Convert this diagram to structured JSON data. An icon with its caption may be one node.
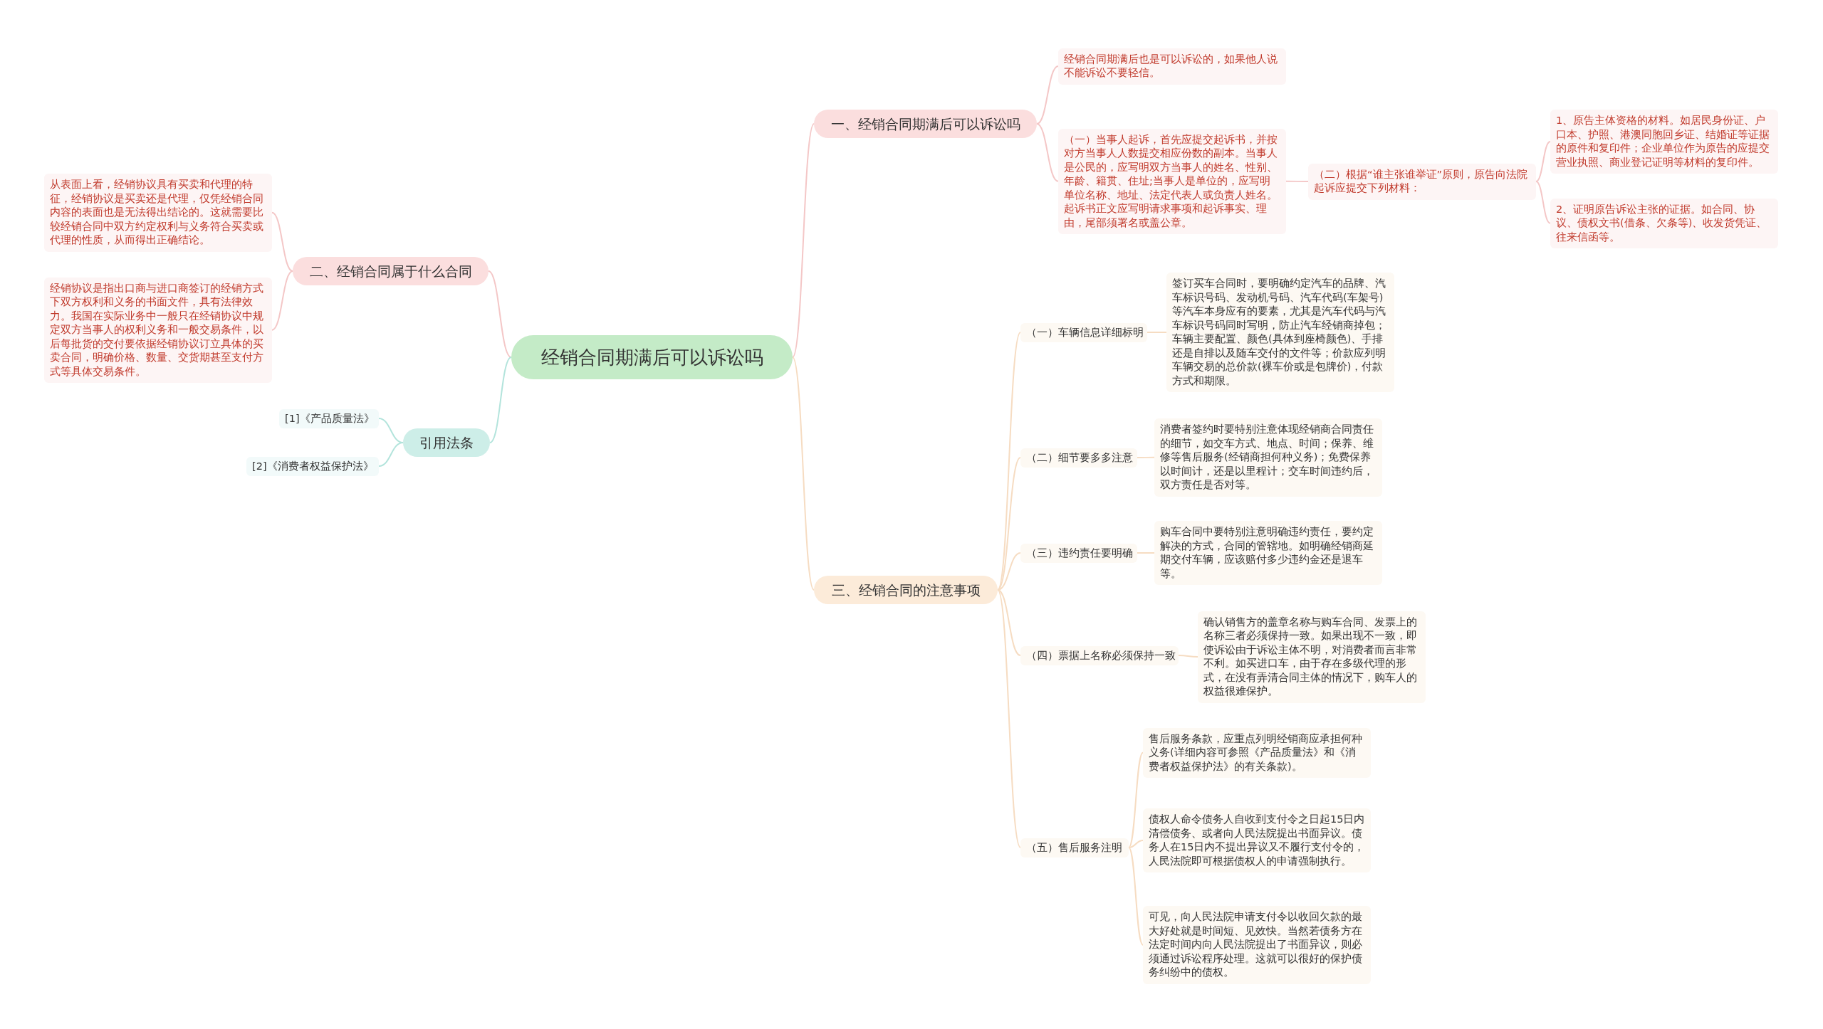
{
  "diagram": {
    "nodes": [
      {
        "text": [
          "经销合同期满后可以诉讼吗"
        ]
      },
      {
        "text": [
          "一、经销合同期满后可以诉讼吗"
        ]
      },
      {
        "text": [
          "经销合同期满后也是可以诉讼的，如果他人说不能诉讼不要轻信。"
        ]
      },
      {
        "text": [
          "（一）当事人起诉，首先应提交起诉书，并按对方当事人人数提交相应份数的副本。当事人是公民的，应写明双方当事人的姓名、性别、年龄、籍贯、住址;当事人是单位的，应写明单位名称、地址、法定代表人或负责人姓名。起诉书正文应写明请求事项和起诉事实、理由，尾部须署名或盖公章。"
        ]
      },
      {
        "text": [
          "（二）根据“谁主张谁举证”原则，原告向法院起诉应提交下列材料："
        ]
      },
      {
        "text": [
          "1、原告主体资格的材料。如居民身份证、户口本、护照、港澳同胞回乡证、结婚证等证据的原件和复印件；企业单位作为原告的应提交营业执照、商业登记证明等材料的复印件。"
        ]
      },
      {
        "text": [
          "2、证明原告诉讼主张的证据。如合同、协议、债权文书(借条、欠条等)、收发货凭证、往来信函等。"
        ]
      },
      {
        "text": [
          "二、经销合同属于什么合同"
        ]
      },
      {
        "text": [
          "从表面上看，经销协议具有买卖和代理的特征，经销协议是买卖还是代理，仅凭经销合同内容的表面也是无法得出结论的。这就需要比较经销合同中双方约定权利与义务符合买卖或代理的性质，从而得出正确结论。"
        ]
      },
      {
        "text": [
          "经销协议是指出口商与进口商签订的经销方式下双方权利和义务的书面文件，具有法律效力。我国在实际业务中一般只在经销协议中规定双方当事人的权利义务和一般交易条件，以后每批货的交付要依据经销协议订立具体的买卖合同，明确价格、数量、交货期甚至支付方式等具体交易条件。"
        ]
      },
      {
        "text": [
          "引用法条"
        ]
      },
      {
        "text": [
          "[1]《产品质量法》"
        ]
      },
      {
        "text": [
          "[2]《消费者权益保护法》"
        ]
      },
      {
        "text": [
          "三、经销合同的注意事项"
        ]
      },
      {
        "text": [
          "（一）车辆信息详细标明"
        ]
      },
      {
        "text": [
          "签订买车合同时，要明确约定汽车的品牌、汽车标识号码、发动机号码、汽车代码(车架号)等汽车本身应有的要素，尤其是汽车代码与汽车标识号码同时写明，防止汽车经销商掉包；车辆主要配置、颜色(具体到座椅颜色)、手排还是自排以及随车交付的文件等；价款应列明车辆交易的总价款(裸车价或是包牌价)，付款方式和期限。"
        ]
      },
      {
        "text": [
          "（二）细节要多多注意"
        ]
      },
      {
        "text": [
          "消费者签约时要特别注意体现经销商合同责任的细节，如交车方式、地点、时间；保养、维修等售后服务(经销商担何种义务)；免费保养以时间计，还是以里程计；交车时间违约后，双方责任是否对等。"
        ]
      },
      {
        "text": [
          "（三）违约责任要明确"
        ]
      },
      {
        "text": [
          "购车合同中要特别注意明确违约责任，要约定解决的方式，合同的管辖地。如明确经销商延期交付车辆，应该赔付多少违约金还是退车等。"
        ]
      },
      {
        "text": [
          "（四）票据上名称必须保持一致"
        ]
      },
      {
        "text": [
          "确认销售方的盖章名称与购车合同、发票上的名称三者必须保持一致。如果出现不一致，即使诉讼由于诉讼主体不明，对消费者而言非常不利。如买进口车，由于存在多级代理的形式，在没有弄清合同主体的情况下，购车人的权益很难保护。"
        ]
      },
      {
        "text": [
          "（五）售后服务注明"
        ]
      },
      {
        "text": [
          "售后服务条款，应重点列明经销商应承担何种义务(详细内容可参照《产品质量法》和《消费者权益保护法》的有关条款)。"
        ]
      },
      {
        "text": [
          "债权人命令债务人自收到支付令之日起15日内清偿债务、或者向人民法院提出书面异议。债务人在15日内不提出异议又不履行支付令的，人民法院即可根据债权人的申请强制执行。"
        ]
      },
      {
        "text": [
          "可见，向人民法院申请支付令以收回欠款的最大好处就是时间短、见效快。当然若债务方在法定时间内向人民法院提出了书面异议，则必须通过诉讼程序处理。这就可以很好的保护债务纠纷中的债权。"
        ]
      }
    ],
    "edges": [
      {
        "from": 0,
        "to": 1,
        "arrow": "none",
        "color": "#f4c7c7"
      },
      {
        "from": 1,
        "to": 2,
        "arrow": "none",
        "color": "#f4c7c7"
      },
      {
        "from": 1,
        "to": 3,
        "arrow": "none",
        "color": "#f4c7c7"
      },
      {
        "from": 3,
        "to": 4,
        "arrow": "none",
        "color": "#f4c7c7"
      },
      {
        "from": 4,
        "to": 5,
        "arrow": "none",
        "color": "#f4c7c7"
      },
      {
        "from": 4,
        "to": 6,
        "arrow": "none",
        "color": "#f4c7c7"
      },
      {
        "from": 0,
        "to": 7,
        "arrow": "none",
        "color": "#f4c7c7"
      },
      {
        "from": 7,
        "to": 8,
        "arrow": "none",
        "color": "#f4c7c7"
      },
      {
        "from": 7,
        "to": 9,
        "arrow": "none",
        "color": "#f4c7c7"
      },
      {
        "from": 0,
        "to": 10,
        "arrow": "none",
        "color": "#b3e4dc"
      },
      {
        "from": 10,
        "to": 11,
        "arrow": "none",
        "color": "#b3e4dc"
      },
      {
        "from": 10,
        "to": 12,
        "arrow": "none",
        "color": "#b3e4dc"
      },
      {
        "from": 0,
        "to": 13,
        "arrow": "none"
      },
      {
        "from": 13,
        "to": 14,
        "arrow": "none"
      },
      {
        "from": 14,
        "to": 15,
        "arrow": "none"
      },
      {
        "from": 13,
        "to": 16,
        "arrow": "none"
      },
      {
        "from": 16,
        "to": 17,
        "arrow": "none"
      },
      {
        "from": 13,
        "to": 18,
        "arrow": "none"
      },
      {
        "from": 18,
        "to": 19,
        "arrow": "none"
      },
      {
        "from": 13,
        "to": 20,
        "arrow": "none"
      },
      {
        "from": 20,
        "to": 21,
        "arrow": "none"
      },
      {
        "from": 13,
        "to": 22,
        "arrow": "none"
      },
      {
        "from": 22,
        "to": 23,
        "arrow": "none"
      },
      {
        "from": 22,
        "to": 24,
        "arrow": "none"
      },
      {
        "from": 22,
        "to": 25,
        "arrow": "none"
      }
    ]
  }
}
